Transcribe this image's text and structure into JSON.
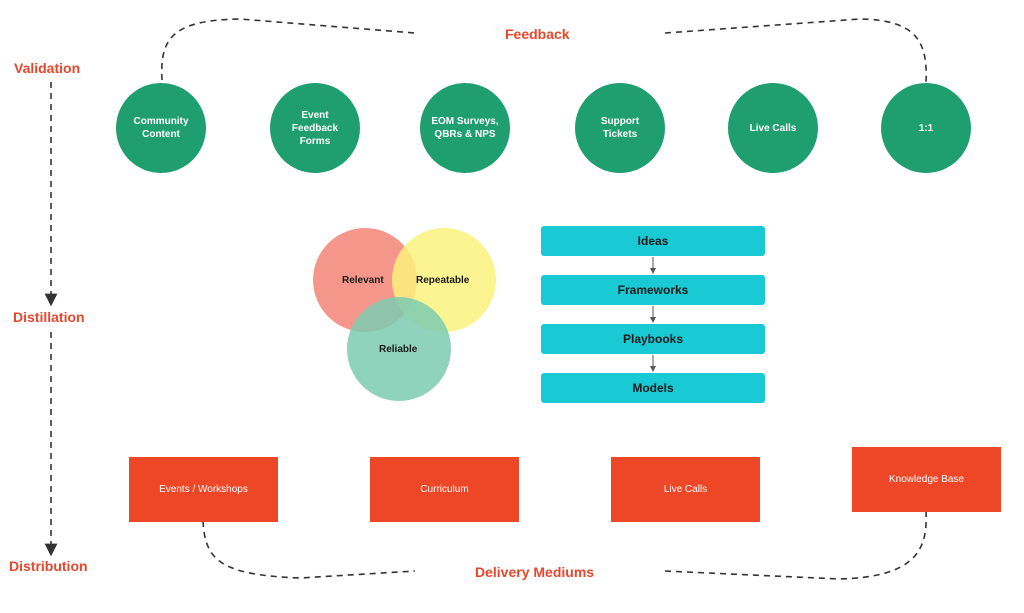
{
  "stages": {
    "validation": "Validation",
    "distillation": "Distillation",
    "distribution": "Distribution"
  },
  "feedback_label": "Feedback",
  "delivery_label": "Delivery Mediums",
  "feedback_sources": [
    "Community\nContent",
    "Event\nFeedback\nForms",
    "EOM Surveys,\nQBRs & NPS",
    "Support\nTickets",
    "Live Calls",
    "1:1"
  ],
  "venn": {
    "relevant": "Relevant",
    "repeatable": "Repeatable",
    "reliable": "Reliable"
  },
  "steps": [
    "Ideas",
    "Frameworks",
    "Playbooks",
    "Models"
  ],
  "mediums": [
    "Events / Workshops",
    "Curriculum",
    "Live Calls",
    "Knowledge Base"
  ],
  "colors": {
    "accent": "#e8472c",
    "circle_green": "#1f9e70",
    "step_cyan": "#19c9d3",
    "medium_red": "#ee4727",
    "venn_relevant": "#f4978a",
    "venn_repeatable": "#fbf17e",
    "venn_reliable": "#7dcbb0"
  }
}
